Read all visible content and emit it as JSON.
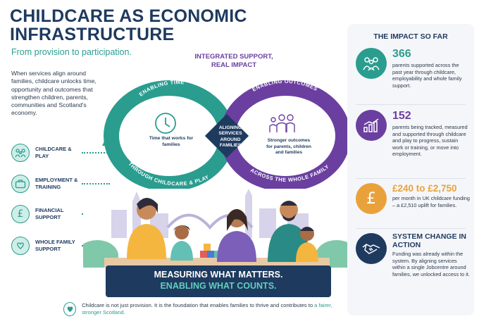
{
  "header": {
    "title": "CHILDCARE AS ECONOMIC INFRASTRUCTURE",
    "subtitle": "From provision to participation."
  },
  "intro": "When services align around families, childcare unlocks time, opportunity and outcomes that strengthen children, parents, communities and Scotland's economy.",
  "pillars": [
    {
      "label": "CHILDCARE & PLAY",
      "icon": "family-icon"
    },
    {
      "label": "EMPLOYMENT & TRAINING",
      "icon": "briefcase-icon"
    },
    {
      "label": "FINANCIAL SUPPORT",
      "icon": "pound-icon"
    },
    {
      "label": "WHOLE FAMILY SUPPORT",
      "icon": "heart-hands-icon"
    }
  ],
  "loop": {
    "heading_line1": "INTEGRATED SUPPORT,",
    "heading_line2": "REAL IMPACT",
    "left_top": "ENABLING TIME",
    "left_bottom": "THROUGH CHILDCARE & PLAY",
    "left_text": "Time that works for families",
    "right_top": "ENABLING OUTCOMES",
    "right_bottom": "ACROSS THE WHOLE FAMILY",
    "right_text": "Stronger outcomes for parents, children and families",
    "center_text": "ALIGNING SERVICES AROUND FAMILIES"
  },
  "banner": {
    "line1": "MEASURING WHAT MATTERS.",
    "line2": "ENABLING WHAT COUNTS."
  },
  "footer": {
    "text_main": "Childcare is not just provision. It is the foundation that enables families to thrive and contributes to",
    "text_highlight": "a fairer, stronger Scotland."
  },
  "impact": {
    "title": "THE IMPACT SO FAR",
    "stats": [
      {
        "value": "366",
        "desc": "parents supported across the past year through childcare, employability and whole family support.",
        "color": "#2a9d8f",
        "icon": "people-icon"
      },
      {
        "value": "152",
        "desc": "parents being tracked, measured and supported through childcare and play to progress, sustain work or training, or move into employment.",
        "color": "#6b3fa0",
        "icon": "growth-chart-icon"
      },
      {
        "value": "£240 to £2,750",
        "desc": "per month in UK childcare funding – a £2,510 uplift for families.",
        "color": "#e9a23b",
        "icon": "pound-icon"
      },
      {
        "value": "SYSTEM CHANGE IN ACTION",
        "desc": "Funding was already within the system. By aligning services within a single Jobcentre around families, we unlocked access to it.",
        "color": "#1e3a5f",
        "icon": "handshake-icon"
      }
    ]
  }
}
